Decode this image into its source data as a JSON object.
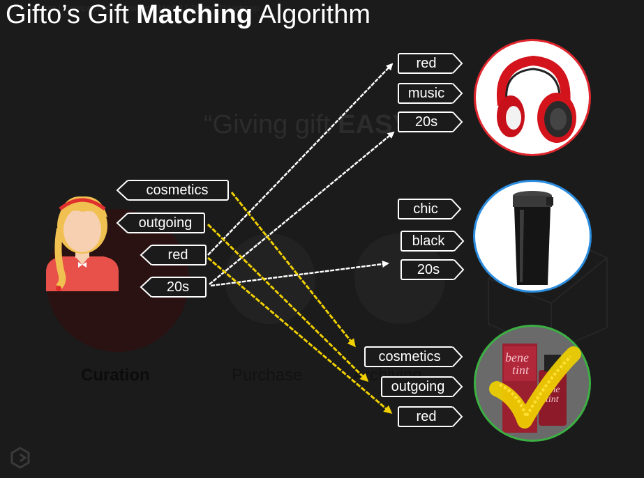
{
  "title": {
    "prefix": "Gifto’s Gift ",
    "bold": "Matching",
    "suffix": " Algorithm"
  },
  "background": {
    "nav": "Market | Competition | Business Model | Team | Roadmap",
    "slogan_prefix": "“Giving gift ",
    "slogan_bold": "EASY",
    "slogan_suffix": "”",
    "stages": [
      "Curation",
      "Purchase",
      "Archiving"
    ]
  },
  "user_tags": [
    "cosmetics",
    "outgoing",
    "red",
    "20s"
  ],
  "gifts": [
    {
      "name": "headphones",
      "tags": [
        "red",
        "music",
        "20s"
      ],
      "border": "#e0262e"
    },
    {
      "name": "tumbler",
      "tags": [
        "chic",
        "black",
        "20s"
      ],
      "border": "#2b8de0"
    },
    {
      "name": "benetint",
      "tags": [
        "cosmetics",
        "outgoing",
        "red"
      ],
      "border": "#3cb043",
      "matched": true,
      "product_text": [
        "bene",
        "tint"
      ]
    }
  ],
  "colors": {
    "match_arrow": "#f0d000",
    "white_arrow": "#ffffff",
    "accent_red": "#e53935"
  }
}
